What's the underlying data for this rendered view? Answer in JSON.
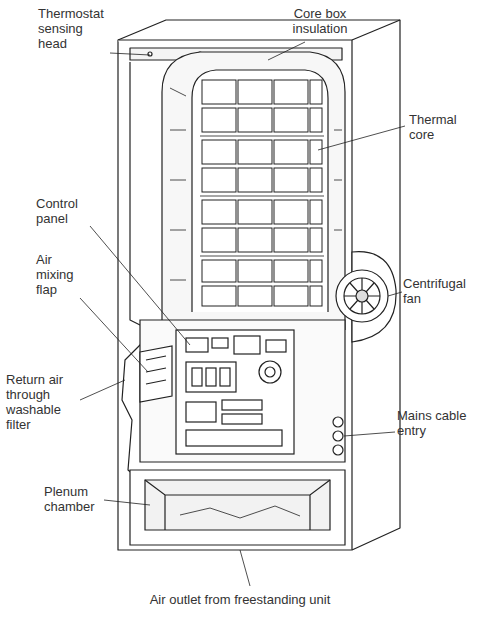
{
  "diagram": {
    "labels": [
      "Thermostat sensing head",
      "Core box insulation",
      "Thermal core",
      "Control panel",
      "Air mixing flap",
      "Centrifugal fan",
      "Return air through washable filter",
      "Mains cable entry",
      "Plenum chamber",
      "Air outlet from freestanding unit"
    ]
  }
}
